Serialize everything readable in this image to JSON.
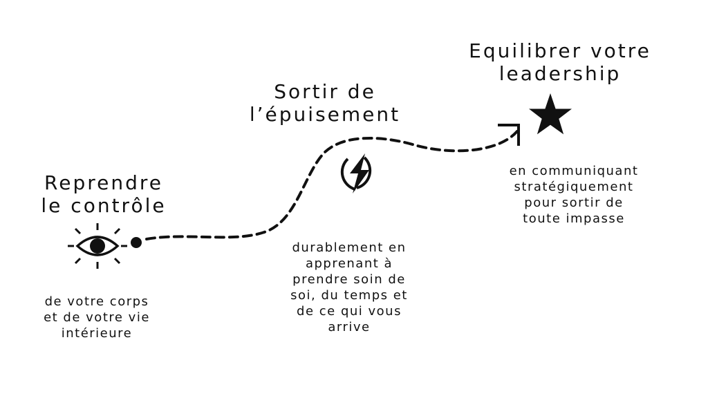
{
  "stages": [
    {
      "title_lines": [
        "Reprendre",
        "le contrôle"
      ],
      "desc_lines": [
        "de votre corps",
        "et de votre vie",
        "intérieure"
      ],
      "icon": "eye-icon"
    },
    {
      "title_lines": [
        "Sortir de",
        "l’épuisement"
      ],
      "desc_lines": [
        "durablement en",
        "apprenant à",
        "prendre soin de",
        "soi, du temps et",
        "de ce qui vous",
        "arrive"
      ],
      "icon": "lightning-icon"
    },
    {
      "title_lines": [
        "Equilibrer votre",
        "leadership"
      ],
      "desc_lines": [
        "en communiquant",
        "stratégiquement",
        "pour sortir de",
        "toute impasse"
      ],
      "icon": "star-icon"
    }
  ],
  "colors": {
    "ink": "#111111",
    "background": "#ffffff"
  }
}
